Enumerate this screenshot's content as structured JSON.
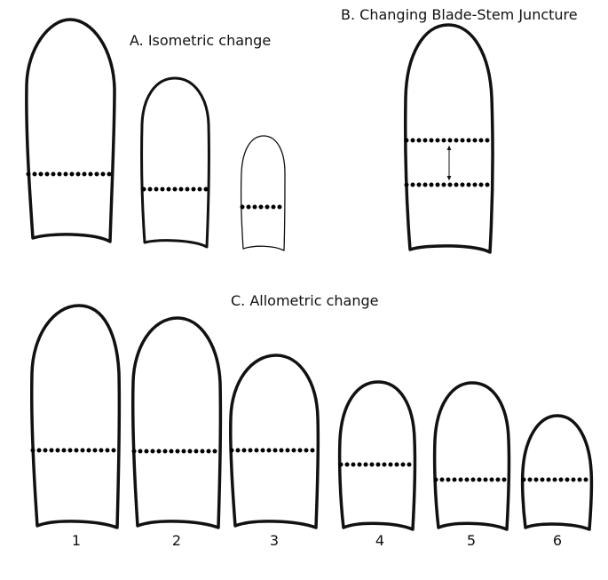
{
  "figure": {
    "sections": {
      "a_title": "A. Isometric change",
      "b_title": "B. Changing Blade-Stem Juncture",
      "c_title": "C. Allometric change"
    },
    "allometric_labels": [
      "1",
      "2",
      "3",
      "4",
      "5",
      "6"
    ]
  }
}
